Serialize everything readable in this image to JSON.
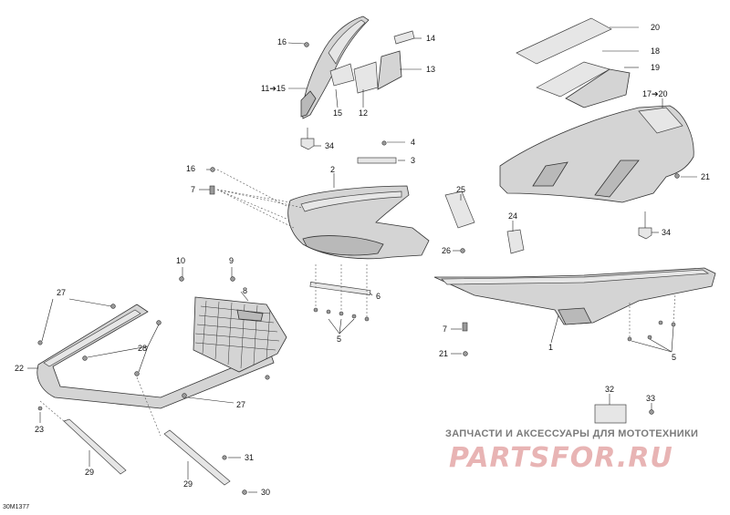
{
  "diagram": {
    "code": "30M1377",
    "callouts": {
      "c1": "1",
      "c2": "2",
      "c3": "3",
      "c4": "4",
      "c5a": "5",
      "c5b": "5",
      "c6": "6",
      "c7a": "7",
      "c7b": "7",
      "c8": "8",
      "c9": "9",
      "c10": "10",
      "c11": "11➔15",
      "c12": "12",
      "c13": "13",
      "c14": "14",
      "c15": "15",
      "c16a": "16",
      "c16b": "16",
      "c17": "17➔20",
      "c18": "18",
      "c19": "19",
      "c20": "20",
      "c21a": "21",
      "c21b": "21",
      "c22": "22",
      "c23": "23",
      "c24": "24",
      "c25": "25",
      "c26": "26",
      "c27a": "27",
      "c27b": "27",
      "c28": "28",
      "c29a": "29",
      "c29b": "29",
      "c30": "30",
      "c31": "31",
      "c32": "32",
      "c33": "33",
      "c34a": "34",
      "c34b": "34"
    }
  },
  "watermark": {
    "line1": "ЗАПЧАСТИ И АКСЕССУАРЫ ДЛЯ МОТОТЕХНИКИ",
    "logo": "PARTSFOR.RU"
  }
}
